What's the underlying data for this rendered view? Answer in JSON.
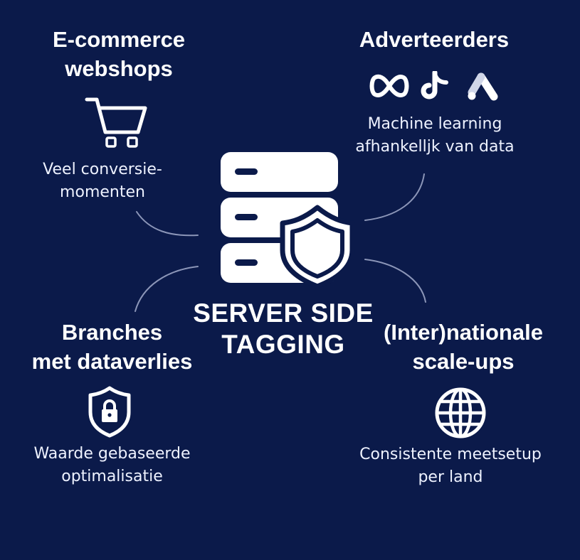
{
  "center": {
    "title_line1": "SERVER SIDE",
    "title_line2": "TAGGING",
    "icon": "server-shield-icon"
  },
  "segments": {
    "ecommerce": {
      "heading_line1": "E-commerce",
      "heading_line2": "webshops",
      "icon": "shopping-cart-icon",
      "desc_line1": "Veel conversie-",
      "desc_line2": "momenten"
    },
    "advertisers": {
      "heading_line1": "Adverteerders",
      "icons": [
        "meta-logo-icon",
        "tiktok-logo-icon",
        "google-ads-logo-icon"
      ],
      "desc_line1": "Machine learning",
      "desc_line2": "afhankelljk van data"
    },
    "branches": {
      "heading_line1": "Branches",
      "heading_line2": "met dataverlies",
      "icon": "shield-lock-icon",
      "desc_line1": "Waarde gebaseerde",
      "desc_line2": "optimalisatie"
    },
    "scaleups": {
      "heading_line1": "(Inter)nationale",
      "heading_line2": "scale-ups",
      "icon": "globe-icon",
      "desc_line1": "Consistente meetsetup",
      "desc_line2": "per land"
    }
  },
  "colors": {
    "background": "#0b1a4a",
    "foreground": "#ffffff",
    "connector": "#8c96b8"
  }
}
